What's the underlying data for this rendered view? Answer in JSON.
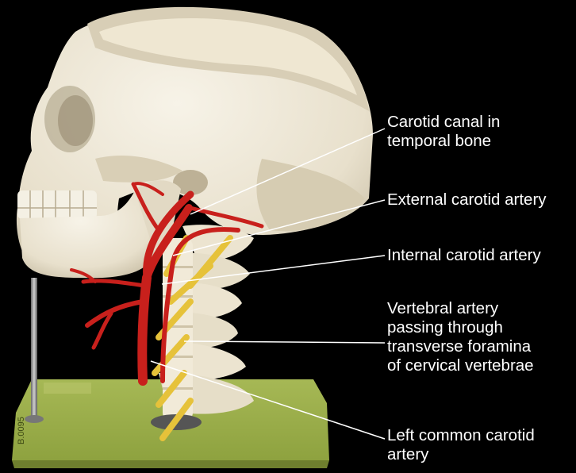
{
  "labels": [
    {
      "lines": [
        "Carotid canal in",
        "temporal bone"
      ]
    },
    {
      "lines": [
        "External carotid artery"
      ]
    },
    {
      "lines": [
        "Internal carotid artery"
      ]
    },
    {
      "lines": [
        "Vertebral artery",
        "passing through",
        "transverse foramina",
        "of cervical vertebrae"
      ]
    },
    {
      "lines": [
        "Left common carotid",
        "artery"
      ]
    }
  ],
  "colors": {
    "background": "#000000",
    "bone": "#ece6d6",
    "artery": "#c8201c",
    "nerve": "#e6c23a",
    "base": "#9aae4a",
    "leader_line": "#ffffff",
    "label_text": "#ffffff"
  }
}
